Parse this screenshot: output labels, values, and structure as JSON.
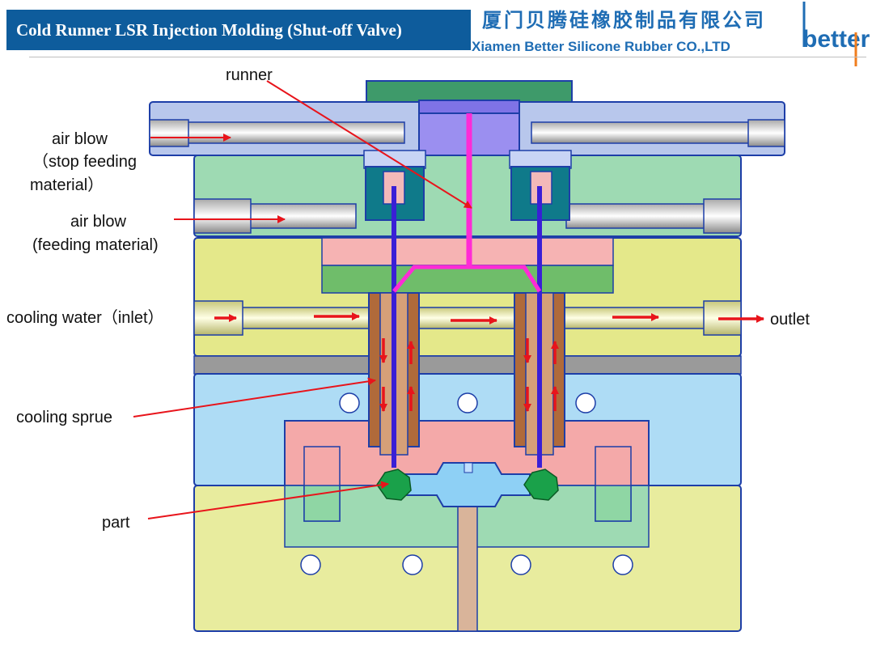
{
  "header": {
    "title": "Cold Runner LSR Injection Molding (Shut-off Valve)",
    "company_cn": "厦门贝腾硅橡胶制品有限公司",
    "company_en": "Xiamen Better Silicone Rubber CO.,LTD",
    "logo_text": "better"
  },
  "labels": {
    "runner": "runner",
    "air_blow_1": "air blow",
    "stop_feeding_1": "（stop feeding",
    "stop_feeding_2": "material）",
    "air_blow_2": "air blow",
    "feeding_material": "(feeding material)",
    "cooling_water": "cooling water（inlet）",
    "outlet": "outlet",
    "cooling_sprue": "cooling sprue",
    "part": "part"
  },
  "colors": {
    "header_bg": "#0e5c9c",
    "brand_blue": "#1f6db4",
    "arrow_red": "#e8141b",
    "runner_magenta": "#ff2bd6",
    "logo_orange": "#f07d1e"
  }
}
